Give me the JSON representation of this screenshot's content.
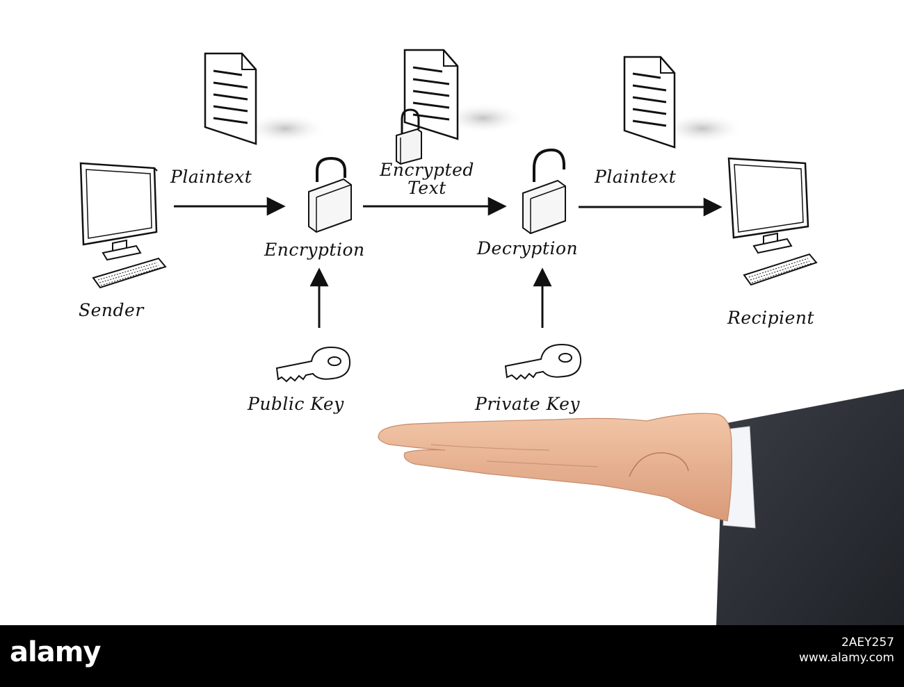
{
  "diagram": {
    "nodes": {
      "sender": "Sender",
      "encryption": "Encryption",
      "decryption": "Decryption",
      "recipient": "Recipient",
      "public_key": "Public Key",
      "private_key": "Private Key"
    },
    "edges": {
      "plaintext_in": "Plaintext",
      "encrypted_line1": "Encrypted",
      "encrypted_line2": "Text",
      "plaintext_out": "Plaintext"
    }
  },
  "watermark": {
    "logo": "alamy",
    "image_id": "2AEY257",
    "url": "www.alamy.com"
  }
}
